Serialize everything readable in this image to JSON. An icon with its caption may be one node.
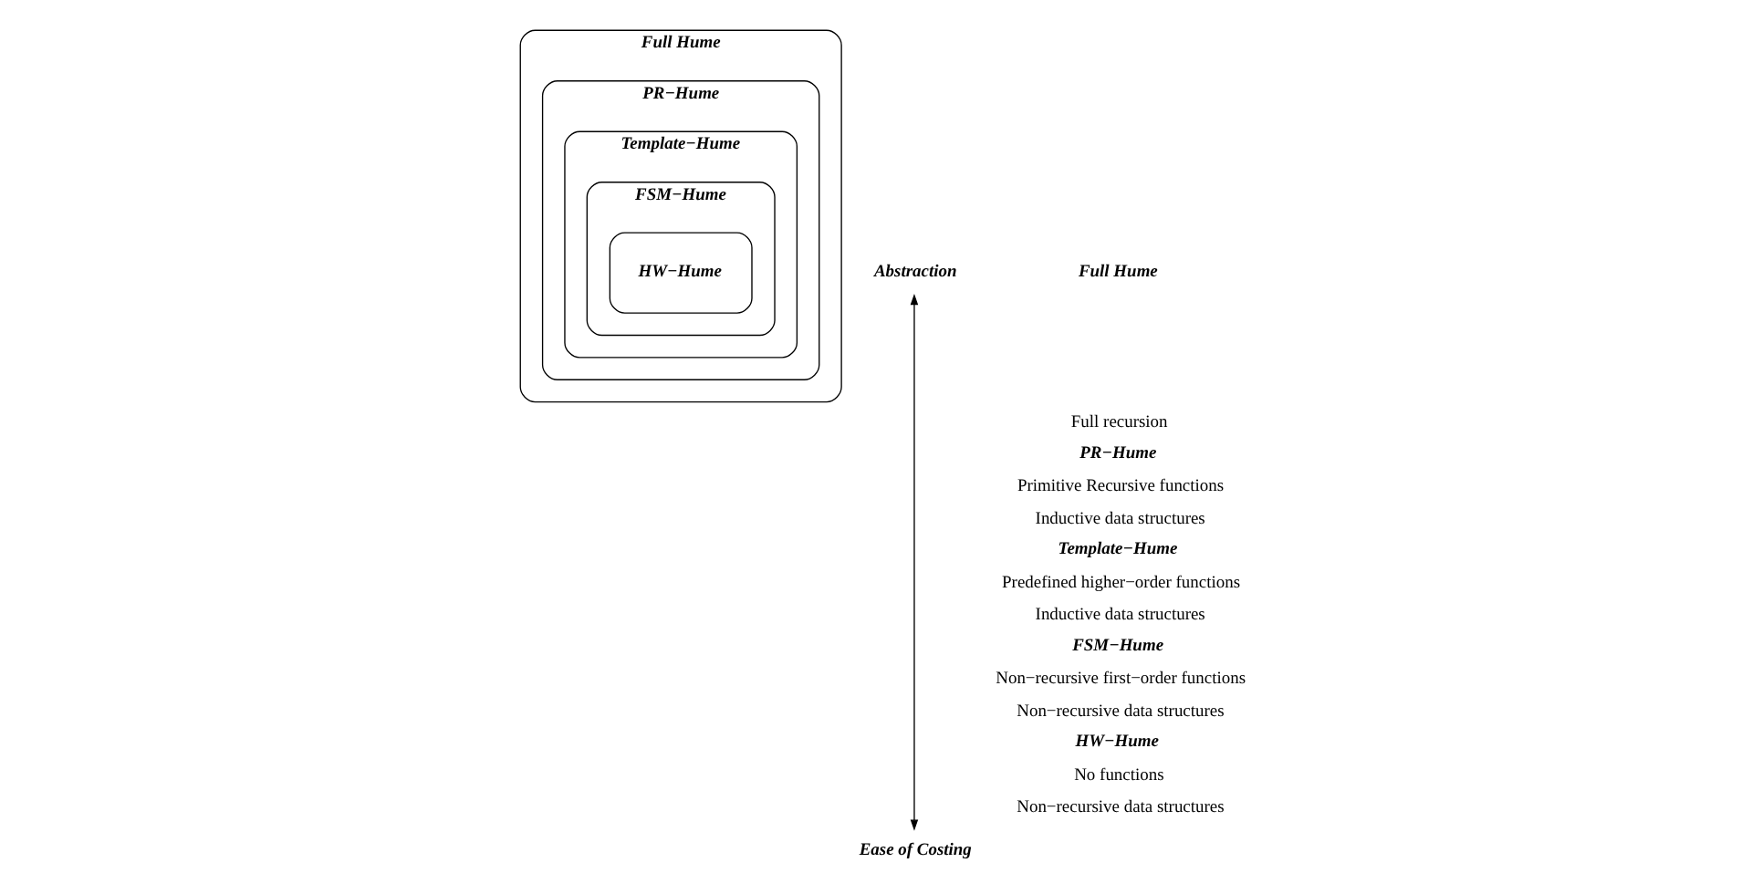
{
  "diagram": {
    "nodes": [
      {
        "text": [
          "Full Hume"
        ]
      },
      {
        "text": [
          "PR−Hume"
        ],
        "in": 0
      },
      {
        "text": [
          "Template−Hume"
        ],
        "in": 1
      },
      {
        "text": [
          "FSM−Hume"
        ],
        "in": 2
      },
      {
        "text": [
          "HW−Hume"
        ],
        "in": 3
      },
      {
        "text": [
          "Abstraction"
        ]
      },
      {
        "text": [
          "Ease of Costing"
        ]
      }
    ],
    "edges": [
      {
        "from": 5,
        "to": 6,
        "arrow": "both"
      }
    ],
    "labels": [
      "Full Hume",
      "Full recursion",
      "PR−Hume",
      "Primitive Recursive functions",
      "Inductive data structures",
      "Template−Hume",
      "Predefined higher−order functions",
      "Inductive data structures",
      "FSM−Hume",
      "Non−recursive first−order functions",
      "Non−recursive data structures",
      "HW−Hume",
      "No functions",
      "Non−recursive data structures"
    ]
  }
}
